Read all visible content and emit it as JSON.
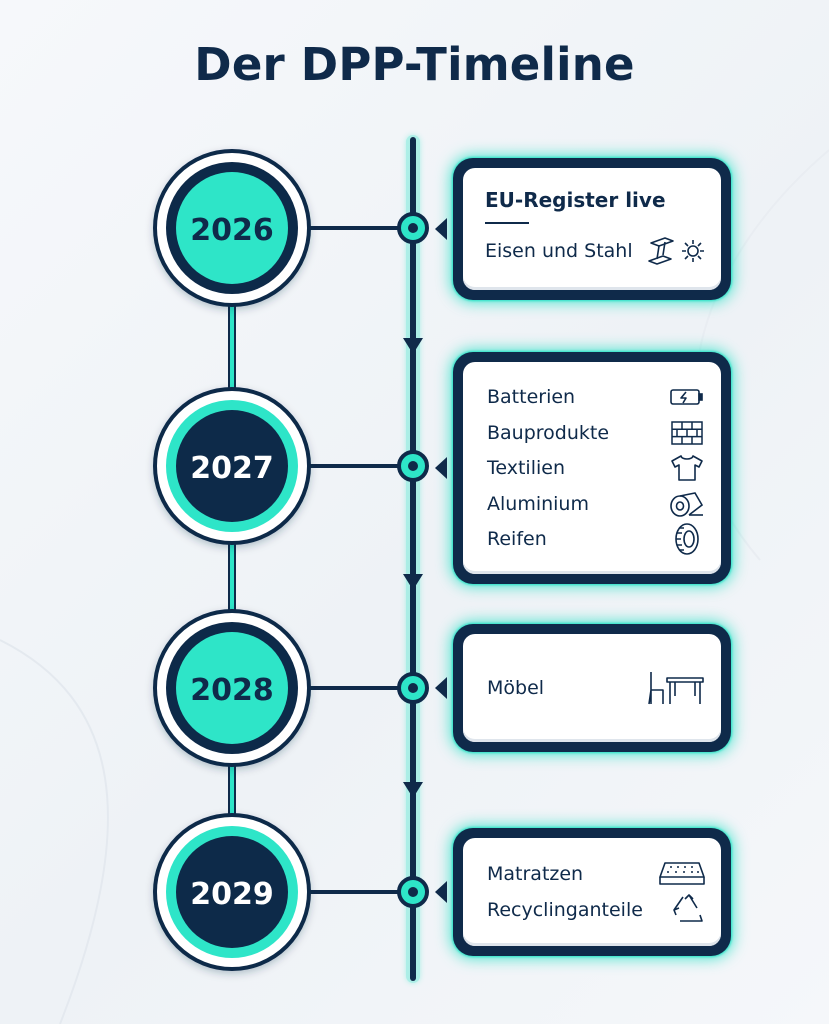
{
  "title": "Der DPP-Timeline",
  "colors": {
    "navy": "#0f2a4a",
    "teal": "#2ee5c8",
    "card_glow": "#26e0c6",
    "background": "#f3f6f9"
  },
  "milestones": [
    {
      "year": "2026",
      "style": "teal-center",
      "heading": "EU-Register live",
      "items": [
        {
          "label": "Eisen und Stahl",
          "icon": "steel-beam-gear-icon"
        }
      ]
    },
    {
      "year": "2027",
      "style": "navy-center",
      "items": [
        {
          "label": "Batterien",
          "icon": "battery-icon"
        },
        {
          "label": "Bauprodukte",
          "icon": "brick-wall-icon"
        },
        {
          "label": "Textilien",
          "icon": "t-shirt-icon"
        },
        {
          "label": "Aluminium",
          "icon": "foil-roll-icon"
        },
        {
          "label": "Reifen",
          "icon": "tire-icon"
        }
      ]
    },
    {
      "year": "2028",
      "style": "teal-center",
      "items": [
        {
          "label": "Möbel",
          "icon": "chair-table-icon"
        }
      ]
    },
    {
      "year": "2029",
      "style": "navy-center",
      "items": [
        {
          "label": "Matratzen",
          "icon": "mattress-icon"
        },
        {
          "label": "Recyclinganteile",
          "icon": "recycle-icon"
        }
      ]
    }
  ]
}
